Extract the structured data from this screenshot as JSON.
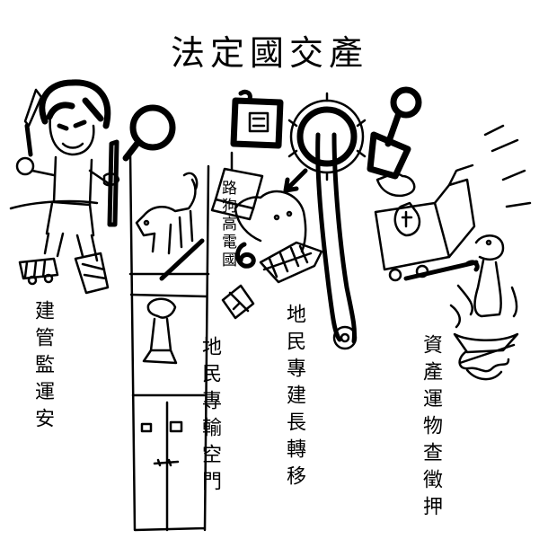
{
  "title": "法定國交產",
  "labels": {
    "col1": "建管監運安",
    "col2a": "路狗高電國",
    "col2b": "地民專輸空門",
    "col3": "地民專建長轉移",
    "col4": "資產運物查徵押"
  }
}
